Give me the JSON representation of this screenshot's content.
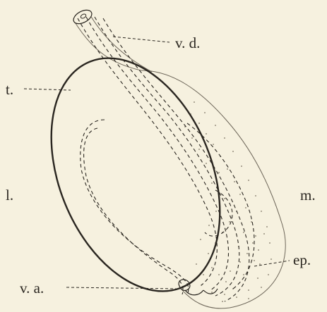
{
  "figure": {
    "labels": {
      "vas_deferens": "v. d.",
      "testis": "t.",
      "lateral": "l.",
      "medial": "m.",
      "epididymis": "ep.",
      "vas_aberrans": "v. a."
    },
    "colors": {
      "background": "#f6f1df",
      "ink": "#2a2620",
      "faint_ink": "#6e675a"
    }
  }
}
